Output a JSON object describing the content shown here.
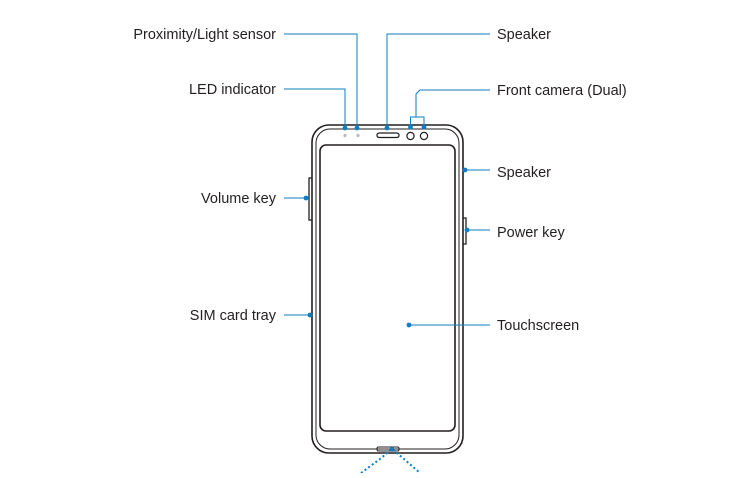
{
  "labels": {
    "proximity_sensor": "Proximity/Light sensor",
    "led_indicator": "LED indicator",
    "volume_key": "Volume key",
    "sim_card_tray": "SIM card tray",
    "speaker_top": "Speaker",
    "front_camera": "Front camera (Dual)",
    "speaker_side": "Speaker",
    "power_key": "Power key",
    "touchscreen": "Touchscreen"
  },
  "colors": {
    "callout": "#0f7dc2",
    "outline": "#231f20",
    "text": "#231f20",
    "sensor_dot": "#b8b8b8"
  }
}
